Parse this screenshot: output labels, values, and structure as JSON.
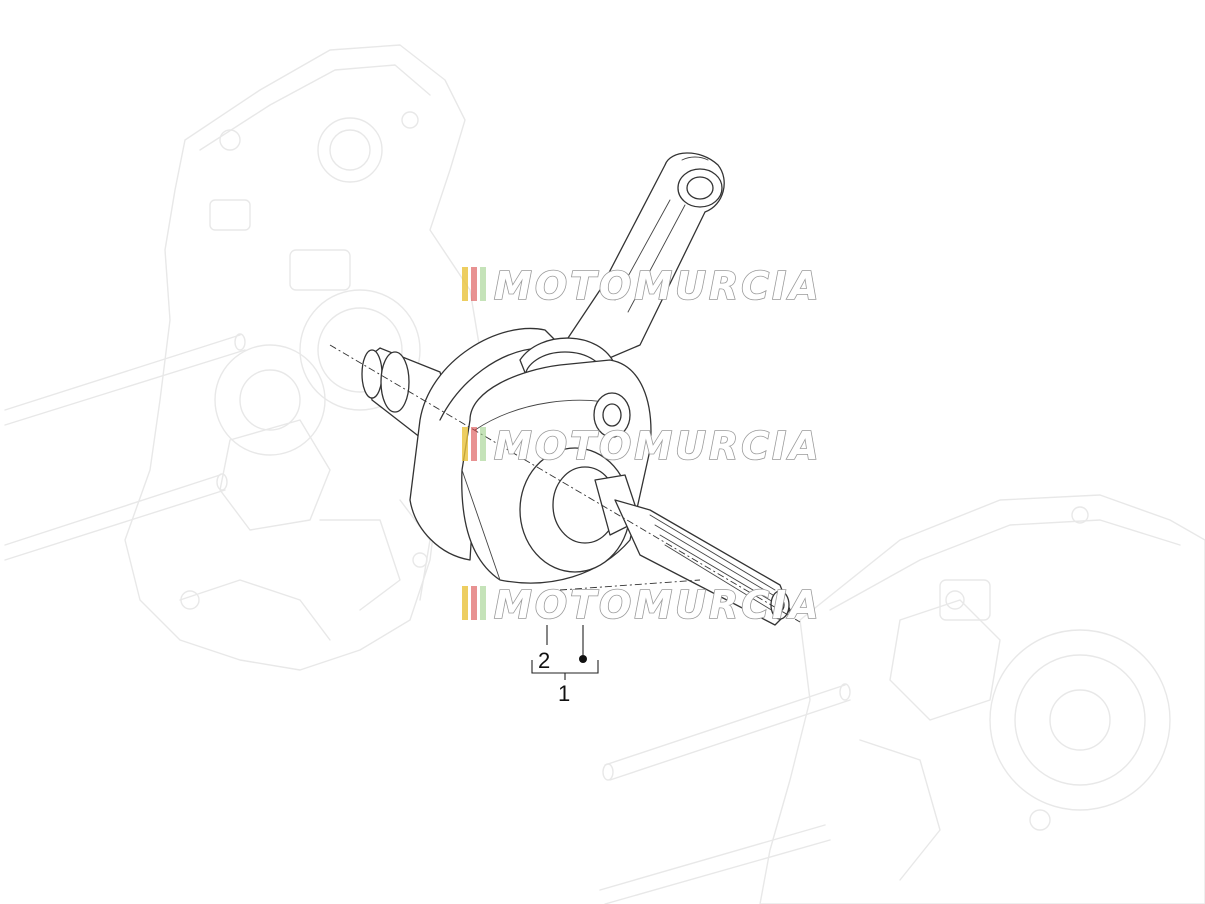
{
  "diagram": {
    "callouts": {
      "part_1": "1",
      "part_2": "2"
    },
    "watermark": {
      "text": "MOTOMURCIA",
      "stripe_colors": [
        "#e8c23a",
        "#d84a4a",
        "#9ed08a"
      ]
    },
    "colors": {
      "line": "#333333",
      "ghost": "#e8e8e8"
    }
  }
}
